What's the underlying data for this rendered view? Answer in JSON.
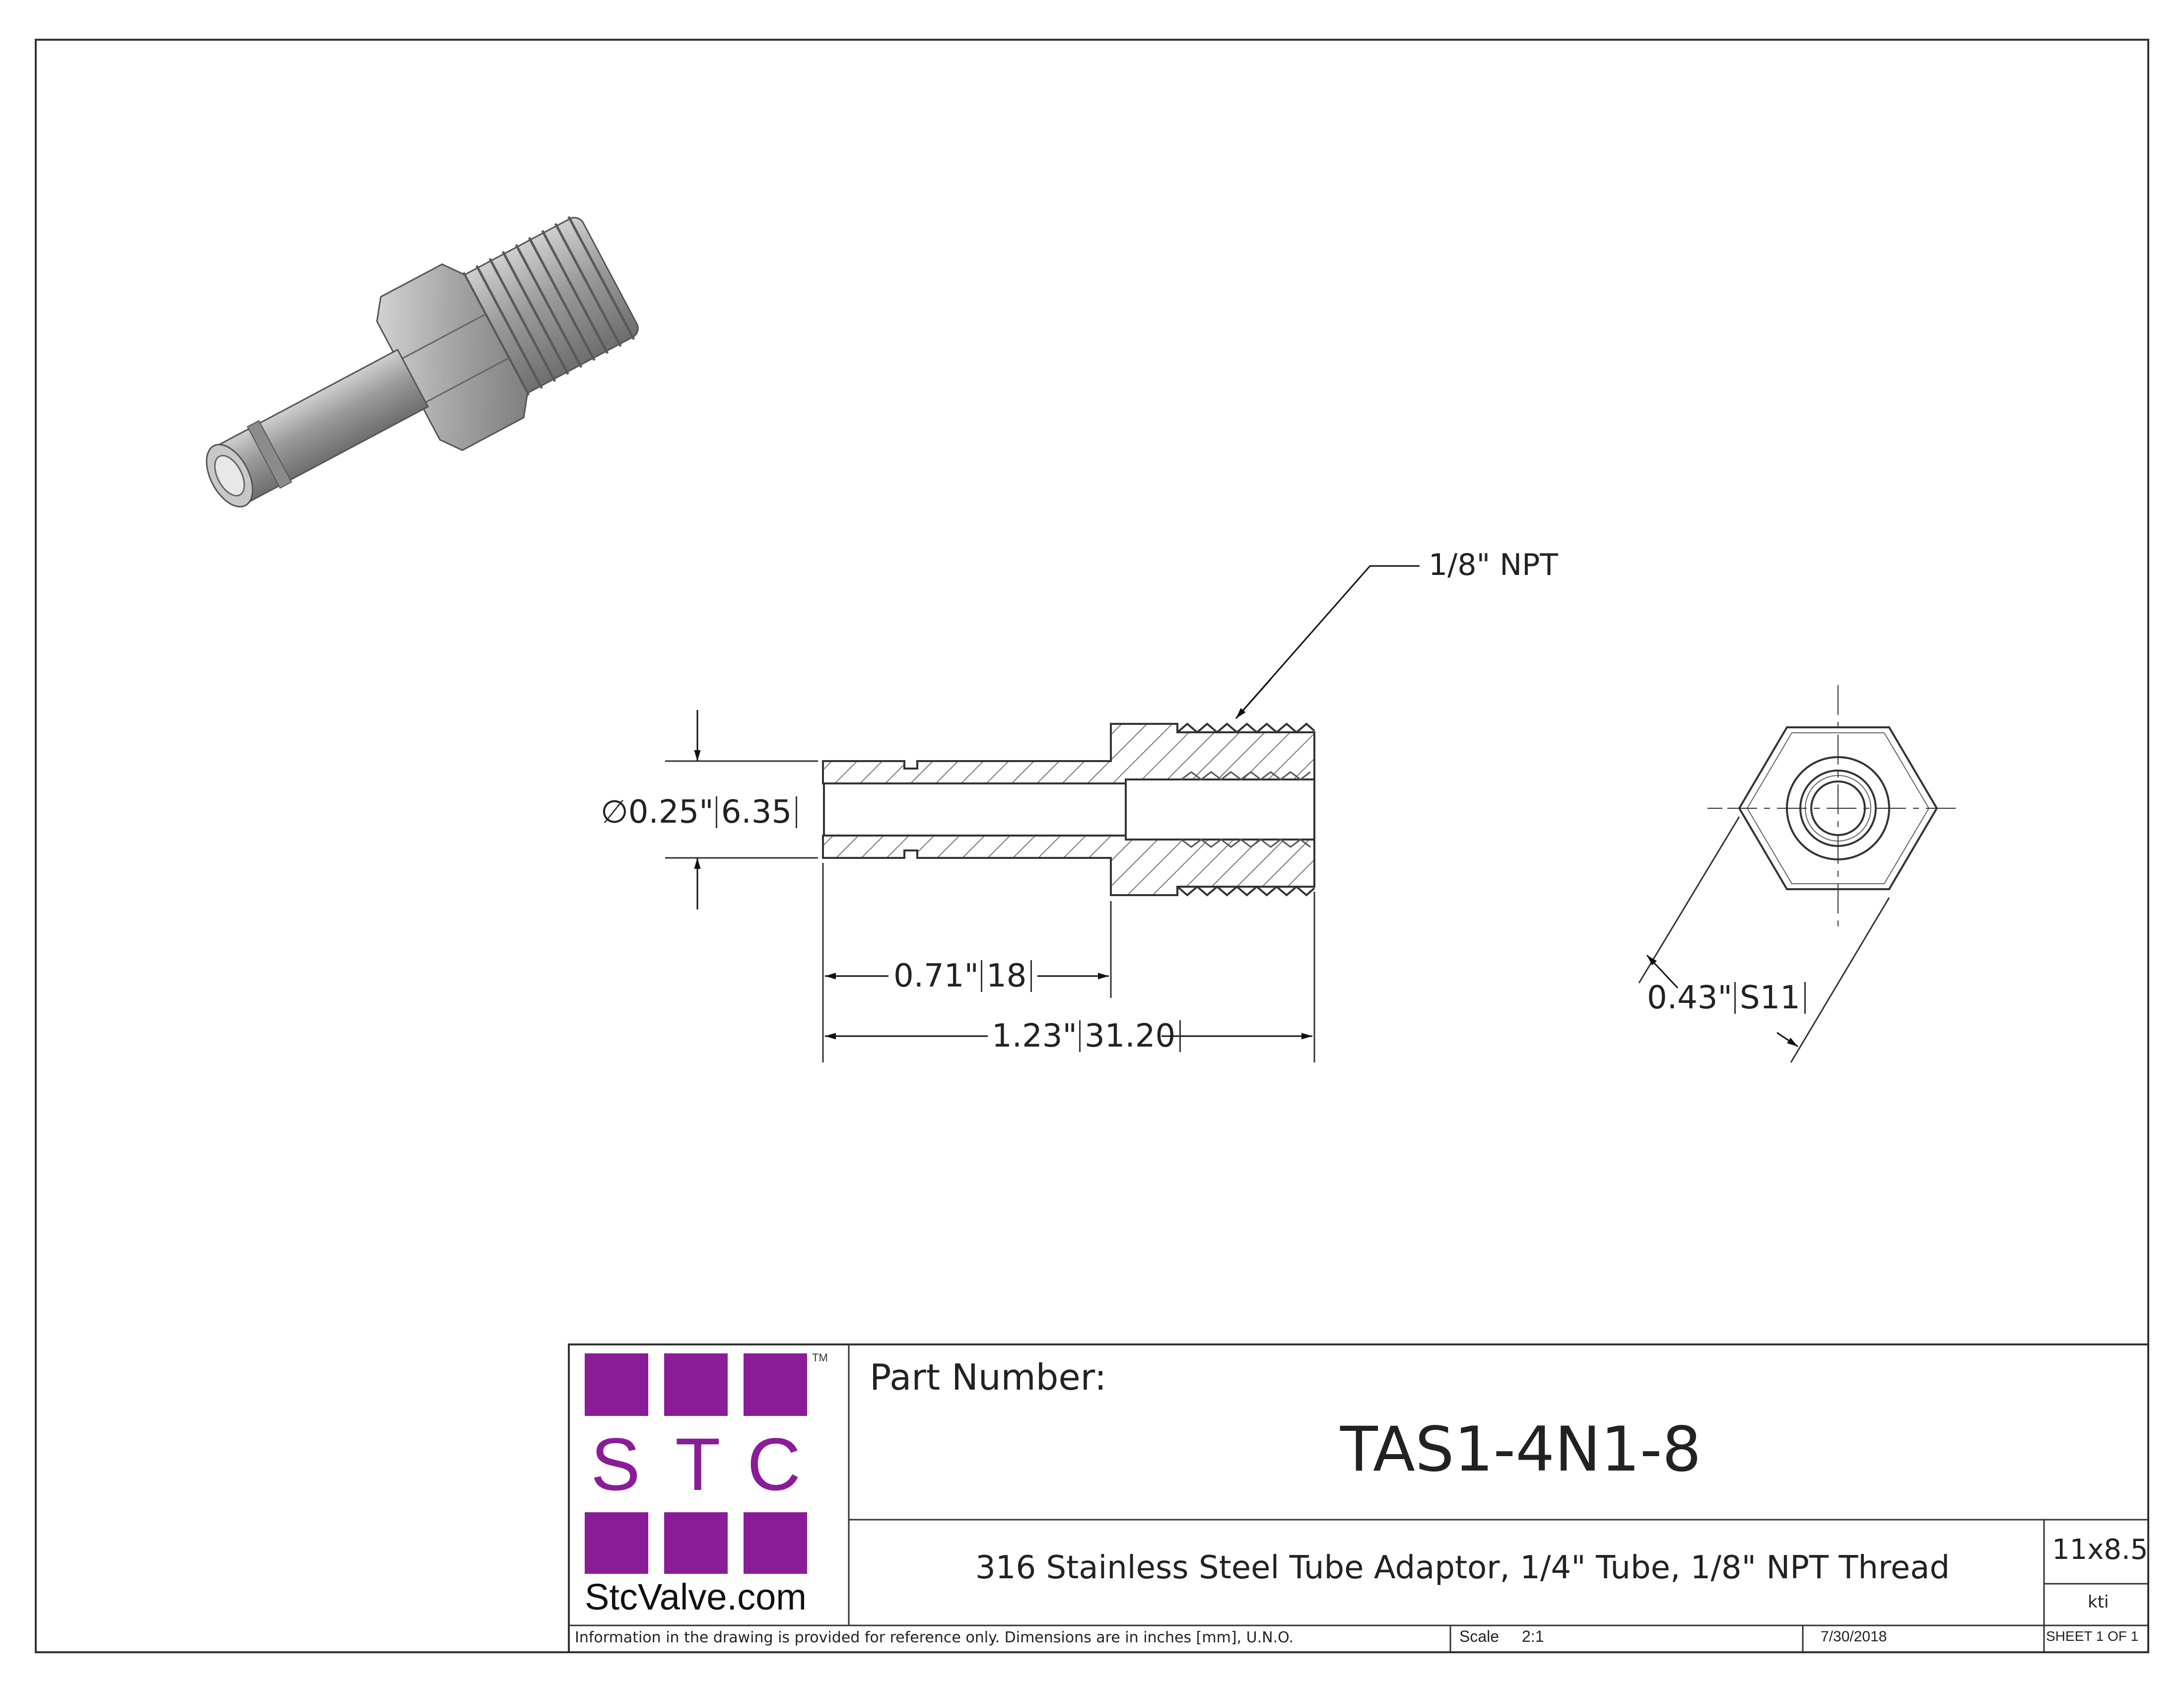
{
  "callouts": {
    "thread": "1/8\" NPT",
    "tube_diameter": "0.25\"",
    "tube_diameter_mm": "6.35",
    "length_short": "0.71\"",
    "length_short_mm": "18",
    "length_total": "1.23\"",
    "length_total_mm": "31.20",
    "hex_size": "0.43\"",
    "hex_size_mm": "S11"
  },
  "symbols": {
    "diameter": "∅"
  },
  "logo": {
    "letters": [
      "S",
      "T",
      "C"
    ],
    "trademark": "TM",
    "website": "StcValve.com",
    "color": "#8a1c98"
  },
  "title_block": {
    "part_number_label": "Part Number:",
    "part_number": "TAS1-4N1-8",
    "description": "316 Stainless Steel Tube Adaptor, 1/4\" Tube, 1/8\" NPT Thread",
    "sheet_size": "11x8.5",
    "drawn_by": "kti",
    "note": "Information in the drawing is provided for reference only. Dimensions are in inches [mm], U.N.O.",
    "scale_label": "Scale",
    "scale_value": "2:1",
    "date": "7/30/2018",
    "sheet": "SHEET 1 OF 1"
  }
}
